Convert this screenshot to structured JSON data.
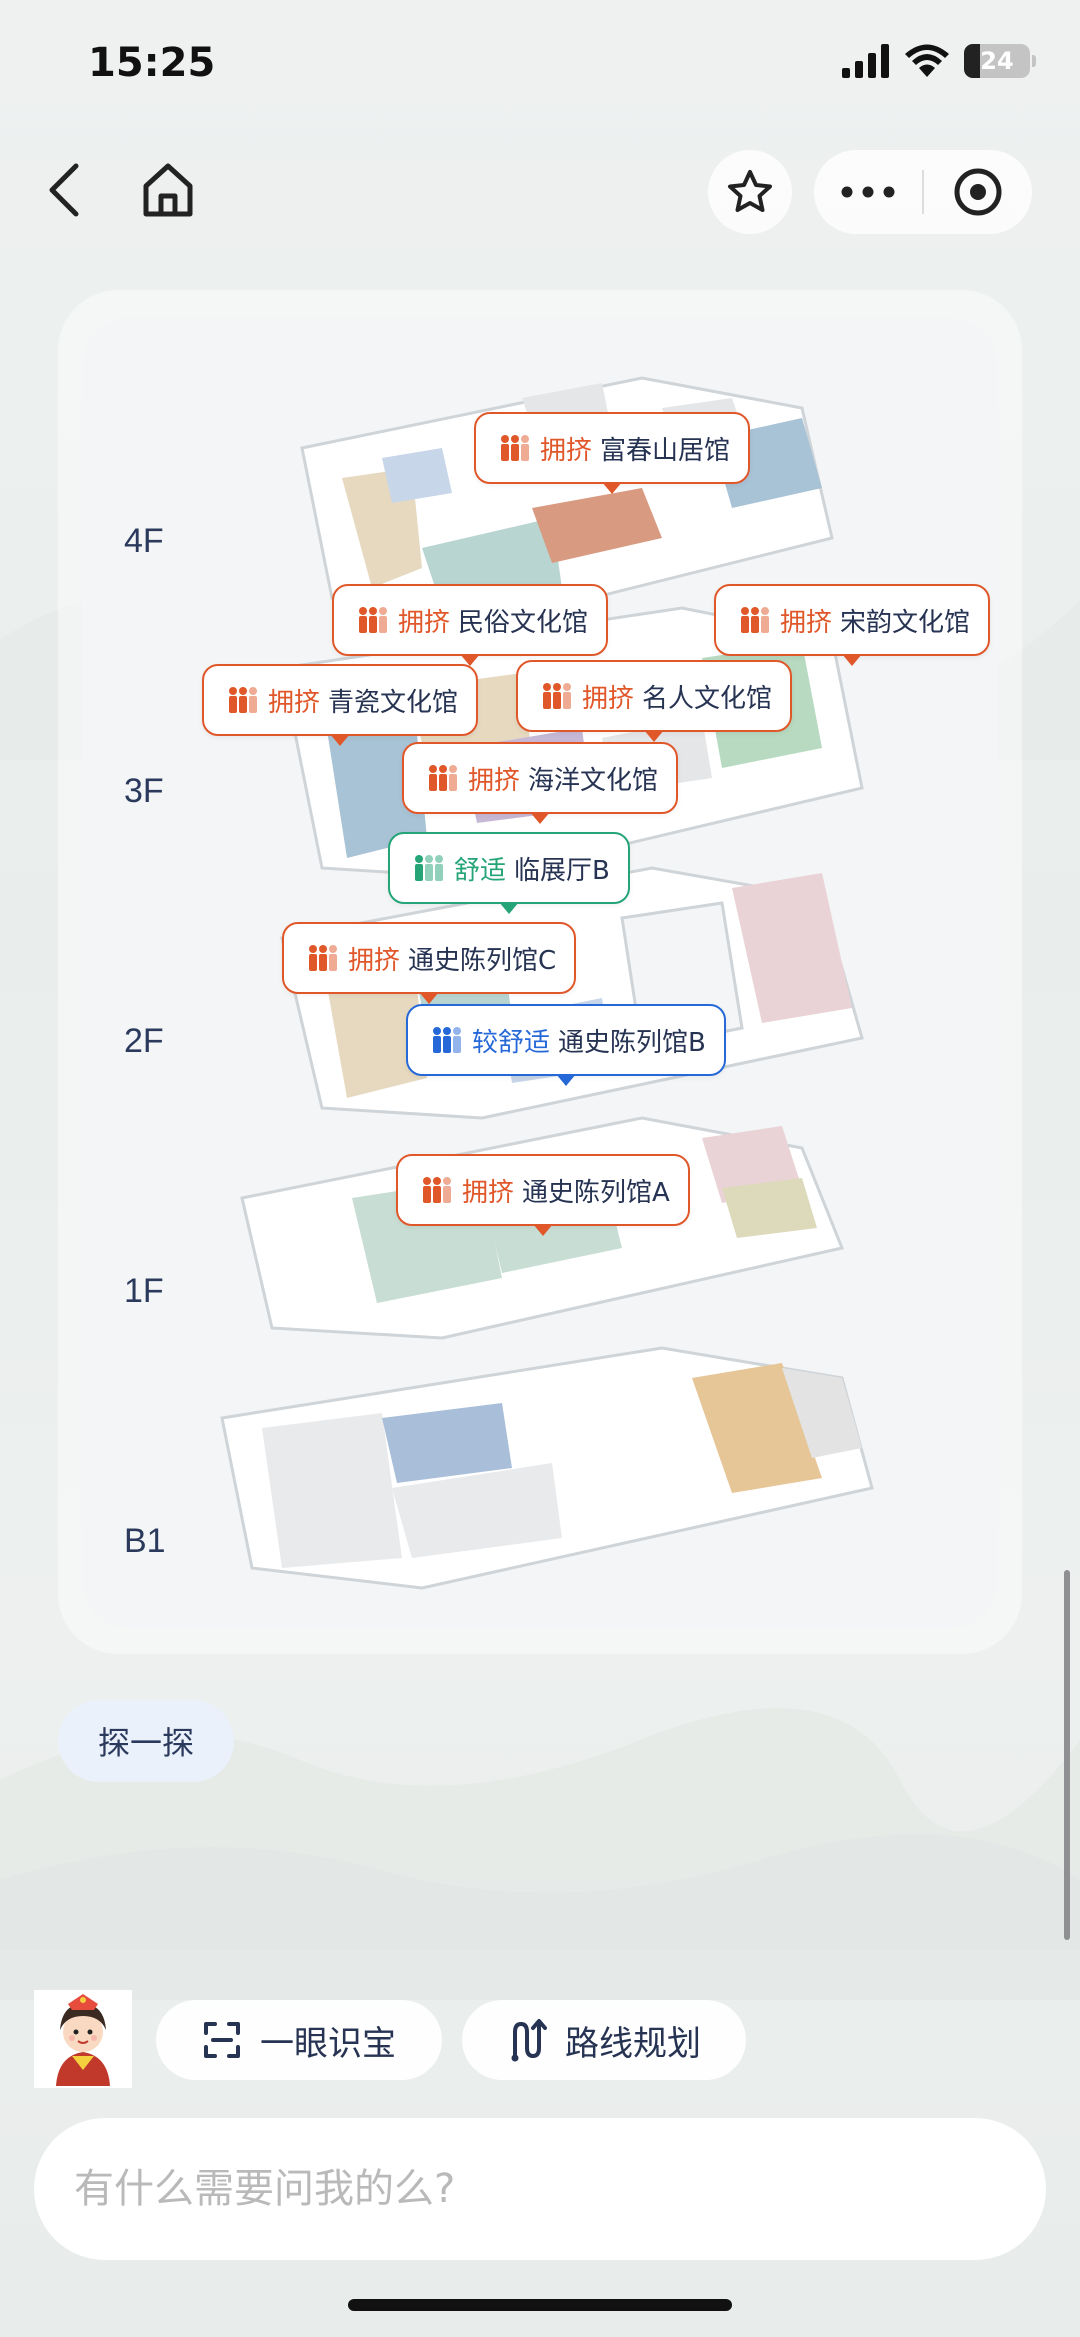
{
  "status_bar": {
    "time": "15:25",
    "battery_level": "24"
  },
  "floors": [
    "4F",
    "3F",
    "2F",
    "1F",
    "B1"
  ],
  "crowd_badges": [
    {
      "level": "拥挤",
      "hall": "富春山居馆",
      "status": "crowded"
    },
    {
      "level": "拥挤",
      "hall": "民俗文化馆",
      "status": "crowded"
    },
    {
      "level": "拥挤",
      "hall": "宋韵文化馆",
      "status": "crowded"
    },
    {
      "level": "拥挤",
      "hall": "青瓷文化馆",
      "status": "crowded"
    },
    {
      "level": "拥挤",
      "hall": "名人文化馆",
      "status": "crowded"
    },
    {
      "level": "拥挤",
      "hall": "海洋文化馆",
      "status": "crowded"
    },
    {
      "level": "舒适",
      "hall": "临展厅B",
      "status": "comfortable"
    },
    {
      "level": "拥挤",
      "hall": "通史陈列馆C",
      "status": "crowded"
    },
    {
      "level": "较舒适",
      "hall": "通史陈列馆B",
      "status": "fairly-comfortable"
    },
    {
      "level": "拥挤",
      "hall": "通史陈列馆A",
      "status": "crowded"
    }
  ],
  "status_colors": {
    "crowded": "#e0572a",
    "comfortable": "#24a477",
    "fairly-comfortable": "#2668d8"
  },
  "explore_chip": {
    "label": "探一探"
  },
  "tools": {
    "scan_label": "一眼识宝",
    "route_label": "路线规划"
  },
  "chat_input": {
    "placeholder": "有什么需要问我的么?"
  }
}
